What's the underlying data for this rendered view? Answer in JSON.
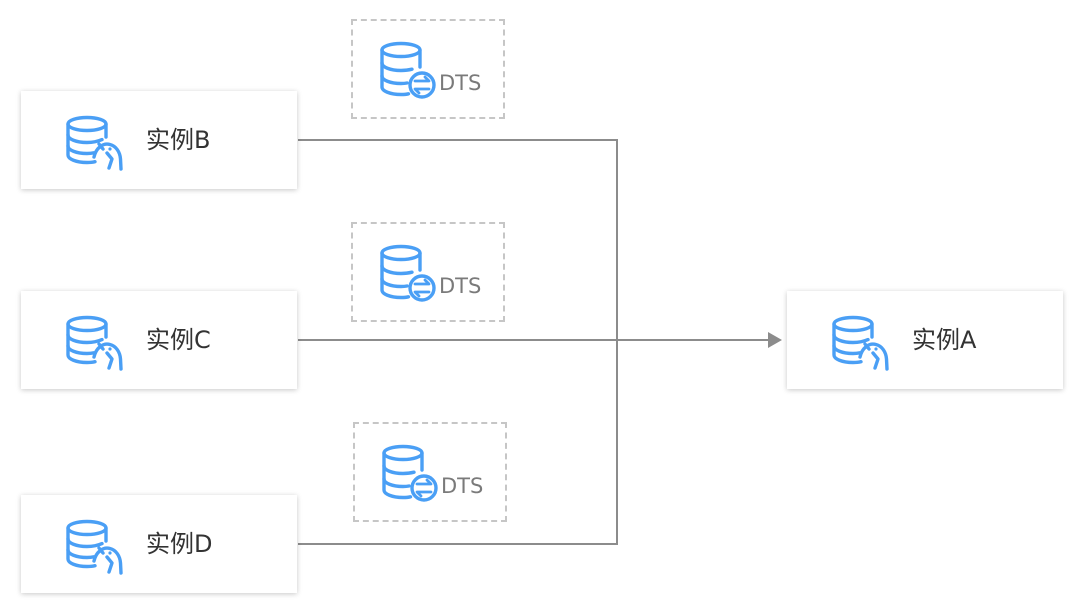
{
  "instances": {
    "b": {
      "label": "实例B"
    },
    "c": {
      "label": "实例C"
    },
    "d": {
      "label": "实例D"
    },
    "a": {
      "label": "实例A"
    }
  },
  "dts_boxes": [
    {
      "label": "DTS"
    },
    {
      "label": "DTS"
    },
    {
      "label": "DTS"
    }
  ],
  "colors": {
    "icon_blue": "#4a9ff5",
    "connector": "#8c8c8c",
    "dashed_border": "#c6c6c6",
    "dts_text": "#7a7a7a",
    "label_text": "#333333"
  },
  "icons": {
    "instance": "database-dolphin-icon",
    "dts": "database-sync-icon"
  }
}
